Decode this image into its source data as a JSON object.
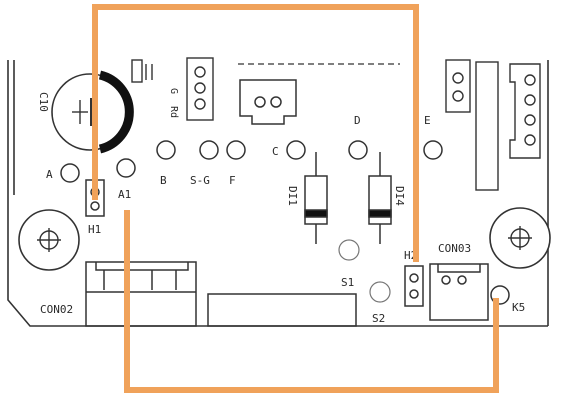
{
  "board": {
    "background": "#ffffff",
    "outline_color": "#333333",
    "wire_color": "#f0a25a"
  },
  "labels": {
    "c10": "C10",
    "a": "A",
    "a1": "A1",
    "h1": "H1",
    "b": "B",
    "sg": "S-G",
    "f": "F",
    "c": "C",
    "d": "D",
    "e": "E",
    "di1": "DI1",
    "di4": "DI4",
    "s1": "S1",
    "s2": "S2",
    "h2": "H2",
    "con03": "CON03",
    "con02": "CON02",
    "k5": "K5",
    "g": "G",
    "rd": "Rd"
  },
  "icons": {
    "mount_hole": "crosshair-screw-icon",
    "diode": "diode-icon",
    "capacitor": "electrolytic-capacitor-icon"
  }
}
